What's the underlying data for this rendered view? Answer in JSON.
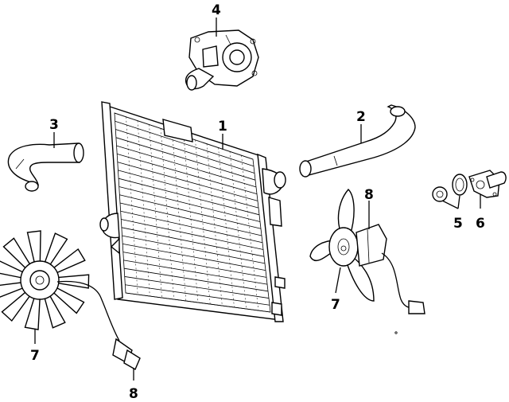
{
  "callouts": {
    "radiator": "1",
    "upper_hose": "2",
    "lower_hose": "3",
    "water_pump": "4",
    "thermostat": "5",
    "thermostat_housing": "6",
    "fan_left": "7",
    "fan_right": "7",
    "fan_motor_left": "8",
    "fan_motor_right": "8"
  },
  "colors": {
    "line": "#000000",
    "background": "#ffffff"
  }
}
